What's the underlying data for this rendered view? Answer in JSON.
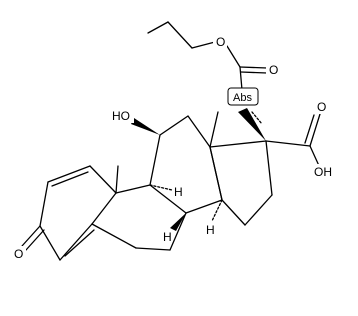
{
  "molecule": {
    "labels": {
      "ester_o": "O",
      "carbonyl_o1": "O",
      "abs_tag": "Abs",
      "acid_o": "O",
      "acid_oh": "OH",
      "hydroxyl": "HO",
      "ring_ketone_o": "O",
      "h_c9": "H",
      "h_c14": "H",
      "h_c8": "H"
    }
  }
}
